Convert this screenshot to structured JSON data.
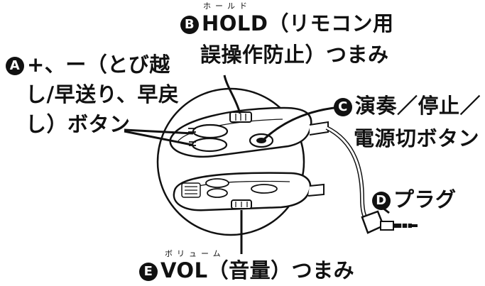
{
  "labels": {
    "a": {
      "badge": "A",
      "lines": [
        "+、ー（とび越",
        "し/早送り、早戻",
        "し）ボタン"
      ]
    },
    "b": {
      "badge": "B",
      "ruby": "ホールド",
      "lines": [
        "HOLD（リモコン用",
        "誤操作防止）つまみ"
      ]
    },
    "c": {
      "badge": "C",
      "lines": [
        "演奏／停止／",
        "電源切ボタン"
      ]
    },
    "d": {
      "badge": "D",
      "text": "プラグ"
    },
    "e": {
      "badge": "E",
      "ruby": "ボリューム",
      "text": "VOL（音量）つまみ"
    }
  }
}
